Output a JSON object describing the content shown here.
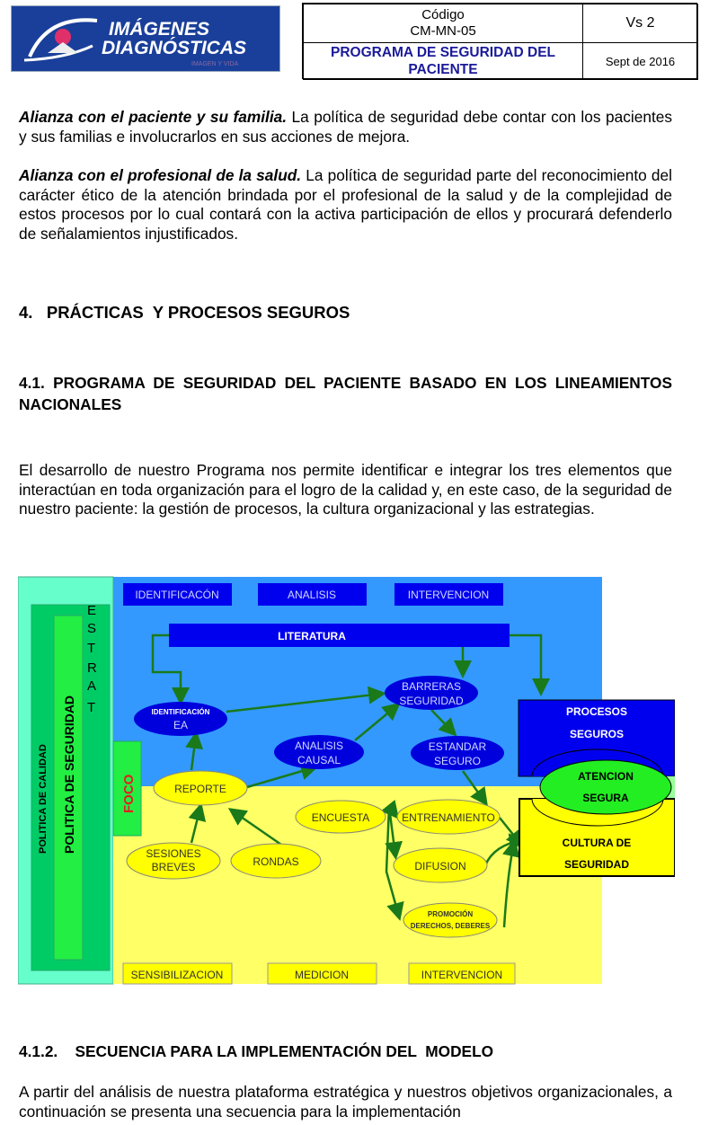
{
  "header": {
    "logo": {
      "line1": "IMÁGENES",
      "line2": "DIAGNÓSTICAS",
      "tagline": "IMAGEN Y VIDA"
    },
    "code_label": "Código",
    "code": "CM-MN-05",
    "version": "Vs 2",
    "title": "PROGRAMA DE SEGURIDAD DEL PACIENTE",
    "date": "Sept de 2016"
  },
  "paragraphs": [
    {
      "lead": "Alianza con el paciente y su familia.",
      "text": " La política de seguridad debe contar con los pacientes y sus familias e involucrarlos en sus acciones de mejora."
    },
    {
      "lead": "Alianza con el profesional de la salud.",
      "text": " La política de seguridad parte del reconocimiento del carácter ético de la atención brindada por el profesional de la salud y de la complejidad de estos procesos por lo cual contará con la activa participación de ellos y procurará defenderlo de señalamientos injustificados."
    }
  ],
  "section4": "4.   PRÁCTICAS  Y PROCESOS SEGUROS",
  "section41": "4.1.  PROGRAMA DE SEGURIDAD DEL PACIENTE BASADO EN LOS LINEAMIENTOS NACIONALES",
  "intro": "El desarrollo de nuestro Programa  nos permite identificar e integrar los tres elementos que interactúan en toda organización para el logro de la calidad y, en este caso, de la seguridad de nuestro  paciente: la gestión de procesos, la cultura organizacional y las estrategias.",
  "diagram": {
    "politica_calidad": "POLITICA  DE CALIDAD",
    "politica_seguridad": "POLITICA DE SEGURIDAD",
    "estrat": [
      "E",
      "S",
      "T",
      "R",
      "A",
      "T"
    ],
    "foco": "FOCO",
    "top_labels": [
      "IDENTIFICACÓN",
      "ANALISIS",
      "INTERVENCION"
    ],
    "literatura": "LITERATURA",
    "identificacion": [
      "IDENTIFICACIÓN",
      "EA"
    ],
    "barreras": [
      "BARRERAS",
      "SEGURIDAD"
    ],
    "analisis_causal": [
      "ANALISIS",
      "CAUSAL"
    ],
    "estandar": [
      "ESTANDAR",
      "SEGURO"
    ],
    "reporte": "REPORTE",
    "encuesta": "ENCUESTA",
    "entrenamiento": "ENTRENAMIENTO",
    "sesiones": [
      "SESIONES",
      "BREVES"
    ],
    "rondas": "RONDAS",
    "difusion": "DIFUSION",
    "promocion": [
      "PROMOCIÓN",
      "DERECHOS, DEBERES"
    ],
    "procesos": [
      "PROCESOS",
      "SEGUROS"
    ],
    "atencion": [
      "ATENCION",
      "SEGURA"
    ],
    "cultura": [
      "CULTURA DE",
      "SEGURIDAD"
    ],
    "bottom_labels": [
      "SENSIBILIZACION",
      "MEDICION",
      "INTERVENCION"
    ],
    "colors": {
      "blue_area": "#3399ff",
      "yellow_area": "#ffff66",
      "dark_blue": "#0000ee",
      "aqua": "#66ffcc",
      "green": "#00cc66"
    }
  },
  "section412": "4.1.2.    SECUENCIA PARA LA IMPLEMENTACIÓN DEL  MODELO",
  "closing": "A   partir del análisis de nuestra plataforma estratégica y   nuestros objetivos organizacionales,  a continuación se presenta una secuencia  para la implementación"
}
